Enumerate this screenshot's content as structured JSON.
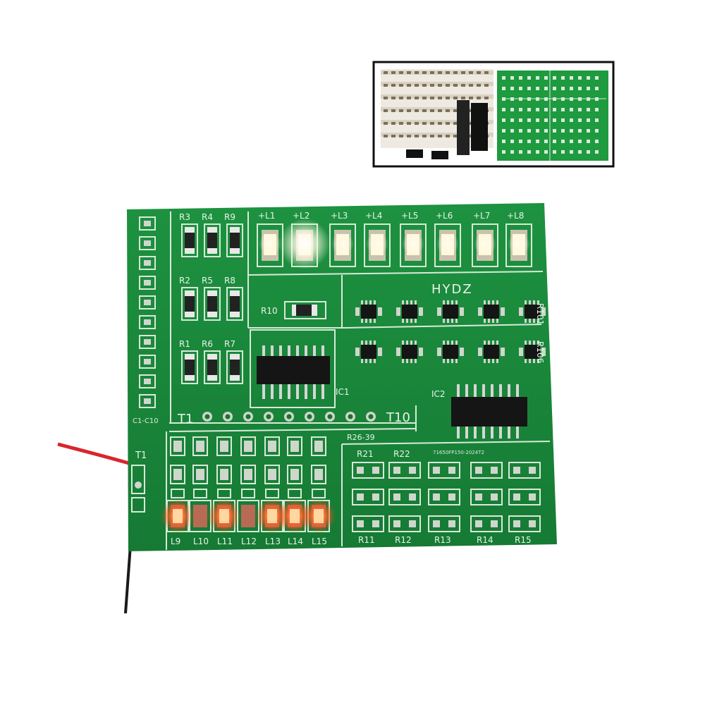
{
  "board": {
    "brand": "HYDZ",
    "top_led_labels": [
      "+L1",
      "+L2",
      "+L3",
      "+L4",
      "+L5",
      "+L6",
      "+L7",
      "+L8"
    ],
    "bottom_led_labels": [
      "L9",
      "L10",
      "L11",
      "L12",
      "L13",
      "L14",
      "L15"
    ],
    "resistor_labels": [
      "R3",
      "R4",
      "R9",
      "R2",
      "R5",
      "R8",
      "R1",
      "R6",
      "R7"
    ],
    "r10_label": "R10",
    "r101_label": "R101",
    "r106_label": "R106",
    "ic1_label": "IC1",
    "ic2_label": "IC2",
    "cap_label": "C1-C10",
    "t1_label": "T1",
    "t10_label": "T10",
    "t1_side_label": "T1",
    "r26_label": "R26-39",
    "r21_label": "R21",
    "r22_label": "R22",
    "bottom_r_labels": [
      "R11",
      "R12",
      "R13",
      "R14",
      "R15"
    ],
    "date_code": "71650FP150-2024T2"
  },
  "colors": {
    "pcb": "#1a8a3a",
    "pcb_dark": "#157331",
    "silkscreen": "#e9f3ea",
    "led_white": "#fff6d8",
    "led_red": "#ff5a2a",
    "wire_red": "#d8262e",
    "wire_black": "#1a1a1a"
  },
  "inset": {
    "description_icons": [
      "component-tape-icon",
      "pcb-board-icon"
    ]
  }
}
